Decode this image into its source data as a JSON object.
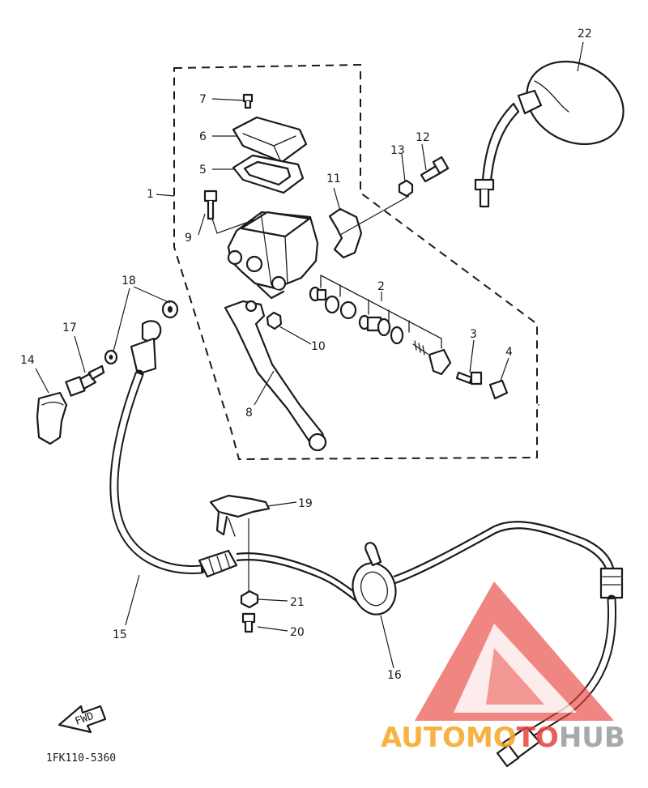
{
  "diagram_code": "1FK110-5360",
  "fwd_label": "FWD",
  "callouts": [
    "1",
    "2",
    "3",
    "4",
    "5",
    "6",
    "7",
    "8",
    "9",
    "10",
    "11",
    "12",
    "13",
    "14",
    "15",
    "16",
    "17",
    "18",
    "19",
    "20",
    "21",
    "22"
  ],
  "watermark": {
    "part1": "AUTOMO",
    "part2": "TO",
    "part3": "HUB",
    "color_orange": "#f5a623",
    "color_red": "#e8413c",
    "color_gray": "#9b9b9b"
  }
}
